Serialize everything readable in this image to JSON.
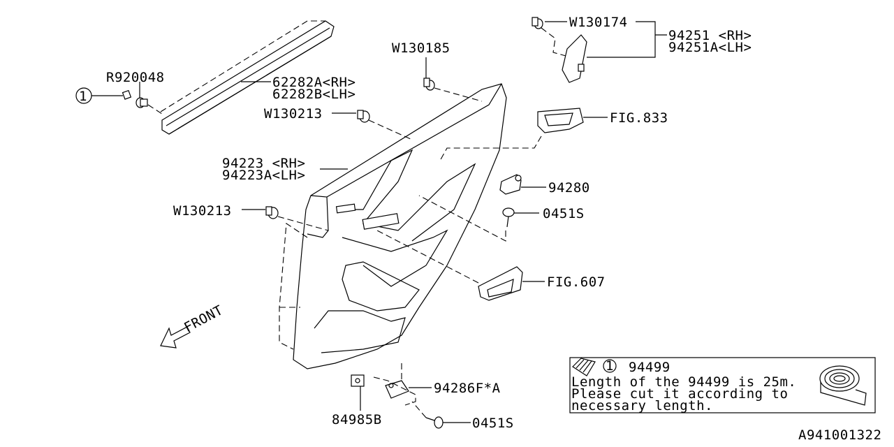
{
  "labels": {
    "w130174": "W130174",
    "p94251_rh": "94251 <RH>",
    "p94251a_lh": "94251A<LH>",
    "w130185": "W130185",
    "r920048": "R920048",
    "p62282a_rh": "62282A<RH>",
    "p62282b_lh": "62282B<LH>",
    "w130213_top": "W130213",
    "fig833": "FIG.833",
    "p94223_rh": "94223 <RH>",
    "p94223a_lh": "94223A<LH>",
    "p94280": "94280",
    "w130213_left": "W130213",
    "p0451s_top": "0451S",
    "fig607": "FIG.607",
    "front": "FRONT",
    "p94286f_a": "94286F*A",
    "p84985b": "84985B",
    "p0451s_bottom": "0451S",
    "callout_1": "1"
  },
  "note": {
    "callout": "1",
    "part": "94499",
    "line1": "Length of the 94499 is 25m.",
    "line2": "Please cut it according to",
    "line3": "necessary length."
  },
  "diagram_id": "A941001322"
}
